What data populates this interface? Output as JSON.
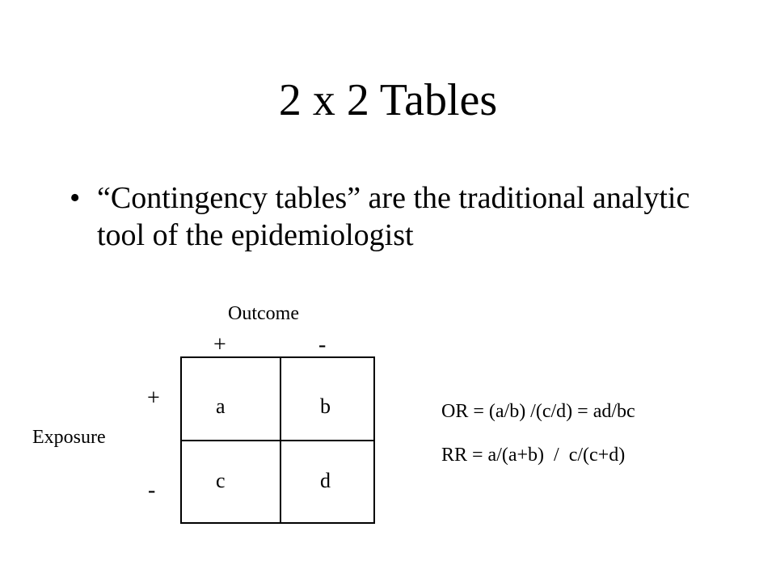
{
  "slide": {
    "title": "2 x 2 Tables",
    "bullets": [
      {
        "marker": "•",
        "text": "“Contingency tables” are the traditional analytic tool of the epidemiologist"
      }
    ]
  },
  "table": {
    "outcome_label": "Outcome",
    "exposure_label": "Exposure",
    "col_headers": [
      "+",
      "-"
    ],
    "row_headers": [
      "+",
      "-"
    ],
    "cells": [
      [
        "a",
        "b"
      ],
      [
        "c",
        "d"
      ]
    ]
  },
  "formulas": {
    "odds_ratio": "OR = (a/b) /(c/d) = ad/bc",
    "relative_risk": "RR = a/(a+b)  /  c/(c+d)"
  }
}
